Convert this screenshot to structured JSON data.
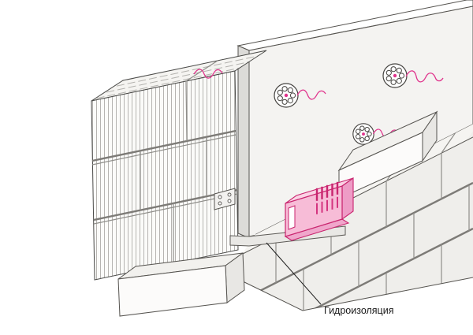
{
  "figure": {
    "type": "construction-detail-diagram",
    "subject": "masonry wall with hollow clay blocks, render panel with insulation anchors, pink starter profile and waterproofing layer",
    "labels": {
      "waterproofing": "Гидроизоляция"
    },
    "colors": {
      "accent": "#e0338c",
      "accent_fill": "#f7bcd7",
      "accent_dark": "#c9256f",
      "outline": "#55534f",
      "panel": "#f4f3f1",
      "masonry": "#efeeeb",
      "background": "#ffffff"
    },
    "counts": {
      "anchors_visible": 3
    }
  }
}
